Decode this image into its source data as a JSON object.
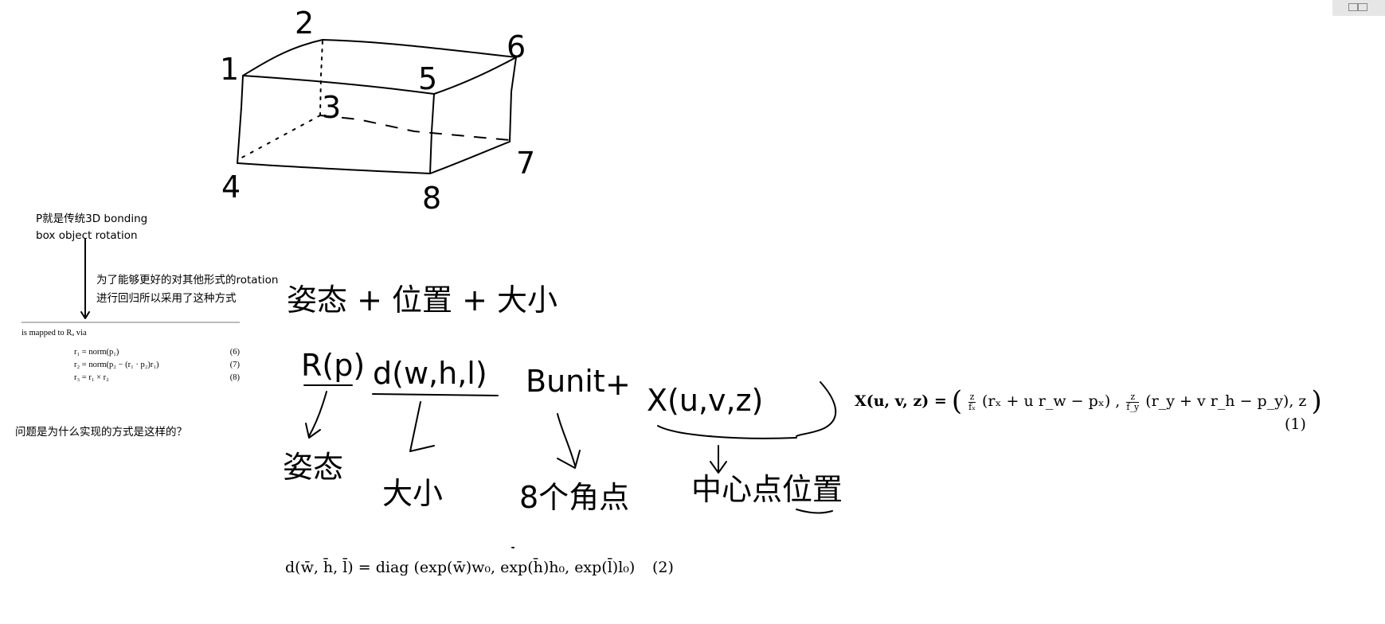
{
  "toolbar": {
    "icon": "window-icon"
  },
  "sketch": {
    "corner_labels": [
      "1",
      "2",
      "3",
      "4",
      "5",
      "6",
      "7",
      "8"
    ],
    "pose_position_size": "姿态 + 位置 + 大小",
    "expression_parts": [
      "R(p)",
      "d(w,h,l)",
      "Bunit",
      "+",
      "X(u,v,z)"
    ],
    "pose": "姿态",
    "size": "大小",
    "corners": "8个角点",
    "center": "中心点位置"
  },
  "notes": {
    "p_desc_line1": "P就是传统3D bonding",
    "p_desc_line2": "box object rotation",
    "reason_line1": "为了能够更好的对其他形式的rotation",
    "reason_line2": "进行回归所以采用了这种方式",
    "question": "问题是为什么实现的方式是这样的？"
  },
  "paper_snippet": {
    "line1": "is mapped to Rₐ via",
    "eq6": "r₁ = norm(p₁)",
    "eq6_num": "(6)",
    "eq7": "r₂ = norm(p₂ − (r₁ · p₂)r₁)",
    "eq7_num": "(7)",
    "eq8": "r₃ = r₁ × r₂",
    "eq8_num": "(8)"
  },
  "equations": {
    "eq1_lhs": "X(u, v, z) =",
    "eq1_term1": "(rₓ + u r_w − pₓ) ,",
    "eq1_term2": "(r_y + v r_h − p_y), z",
    "eq1_frac1_num": "z",
    "eq1_frac1_den": "fₓ",
    "eq1_frac2_num": "z",
    "eq1_frac2_den": "f_y",
    "eq1_num": "(1)",
    "eq2": "d(w̄, h̄, l̄) = diag (exp(w̄)w₀, exp(h̄)h₀, exp(l̄)l₀)",
    "eq2_num": "(2)"
  }
}
